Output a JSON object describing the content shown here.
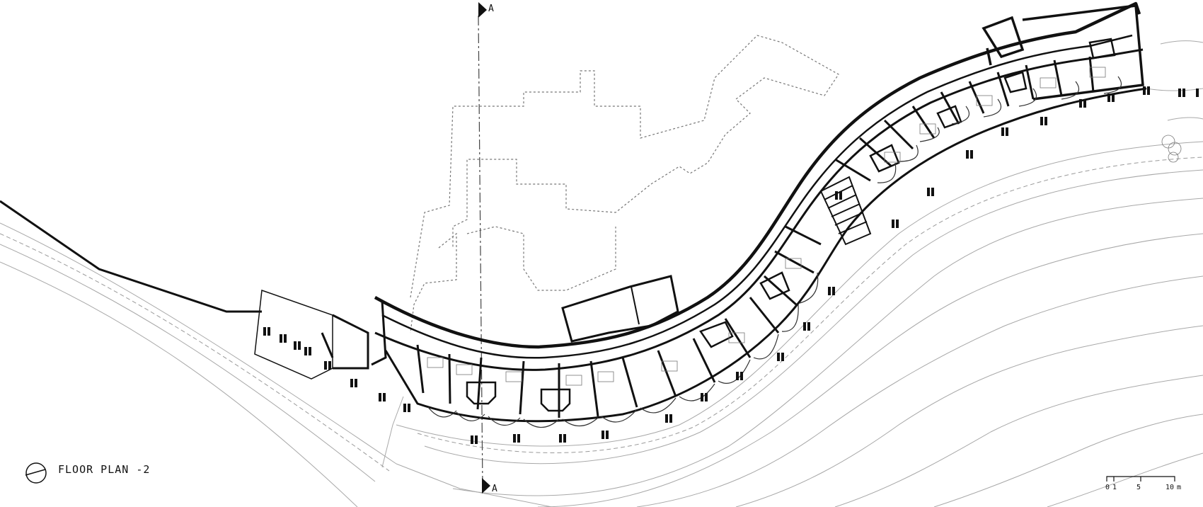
{
  "plan": {
    "title": "FLOOR PLAN -2",
    "section_marker": "A",
    "scale_labels": {
      "zero": "0",
      "one": "1",
      "five": "5",
      "ten": "10",
      "unit": "m"
    }
  },
  "icons": [
    "north-arrow-icon",
    "section-arrow-icon"
  ],
  "colors": {
    "ink": "#111111",
    "light_line": "#9a9a9a",
    "background": "#ffffff"
  }
}
